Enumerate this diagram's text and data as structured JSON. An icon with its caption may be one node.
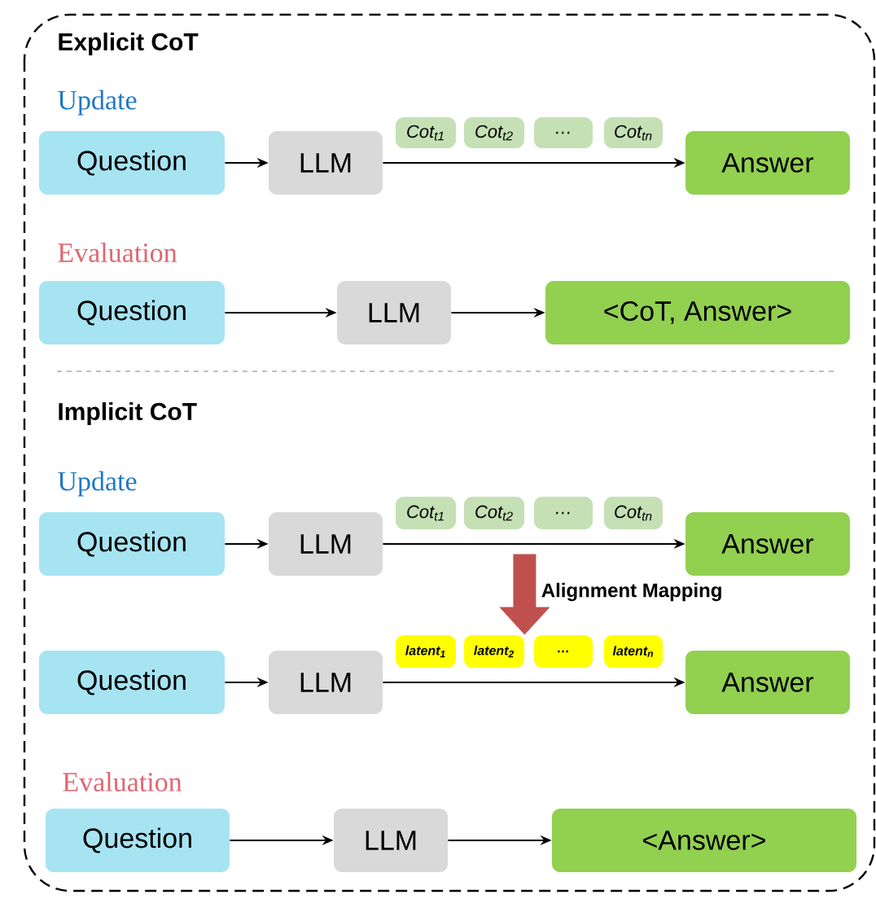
{
  "diagram": {
    "nodes": [
      {
        "text": [
          "Question"
        ]
      },
      {
        "text": [
          "LLM"
        ]
      },
      {
        "text": [
          "Cot$_{t1}$"
        ]
      },
      {
        "text": [
          "Cot$_{t2}$"
        ]
      },
      {
        "text": [
          "…"
        ]
      },
      {
        "text": [
          "Cot$_{tn}$"
        ]
      },
      {
        "text": [
          "Answer"
        ]
      },
      {
        "text": [
          "Question"
        ]
      },
      {
        "text": [
          "LLM"
        ]
      },
      {
        "text": [
          "<CoT, Answer>"
        ]
      },
      {
        "text": [
          "Question"
        ]
      },
      {
        "text": [
          "LLM"
        ]
      },
      {
        "text": [
          "Cot$_{t1}$"
        ]
      },
      {
        "text": [
          "Cot$_{t2}$"
        ]
      },
      {
        "text": [
          "…"
        ]
      },
      {
        "text": [
          "Cot$_{tn}$"
        ]
      },
      {
        "text": [
          "Answer"
        ]
      },
      {
        "text": [
          "Question"
        ]
      },
      {
        "text": [
          "LLM"
        ]
      },
      {
        "text": [
          "latent$_{1}$"
        ]
      },
      {
        "text": [
          "latent$_{2}$"
        ]
      },
      {
        "text": [
          "…"
        ]
      },
      {
        "text": [
          "latent$_{n}$"
        ]
      },
      {
        "text": [
          "Answer"
        ]
      },
      {
        "text": [
          "Question"
        ]
      },
      {
        "text": [
          "LLM"
        ]
      },
      {
        "text": [
          "<Answer>"
        ]
      }
    ],
    "edges": [
      {
        "from": 0,
        "to": 1,
        "arrow": "to"
      },
      {
        "from": 1,
        "to": 6,
        "arrow": "to"
      },
      {
        "from": 7,
        "to": 8,
        "arrow": "to"
      },
      {
        "from": 8,
        "to": 9,
        "arrow": "to"
      },
      {
        "from": 10,
        "to": 11,
        "arrow": "to"
      },
      {
        "from": 11,
        "to": 16,
        "arrow": "to"
      },
      {
        "from": 13,
        "to": 20,
        "arrow": "to",
        "label": "Alignment Mapping",
        "style": "thick",
        "color": "#c0504d"
      },
      {
        "from": 17,
        "to": 18,
        "arrow": "to"
      },
      {
        "from": 18,
        "to": 23,
        "arrow": "to"
      },
      {
        "from": 24,
        "to": 25,
        "arrow": "to"
      },
      {
        "from": 25,
        "to": 26,
        "arrow": "to"
      }
    ],
    "labels": [
      "Explicit CoT",
      "Update",
      "Evaluation",
      "Implicit CoT",
      "Update",
      "Evaluation"
    ]
  }
}
